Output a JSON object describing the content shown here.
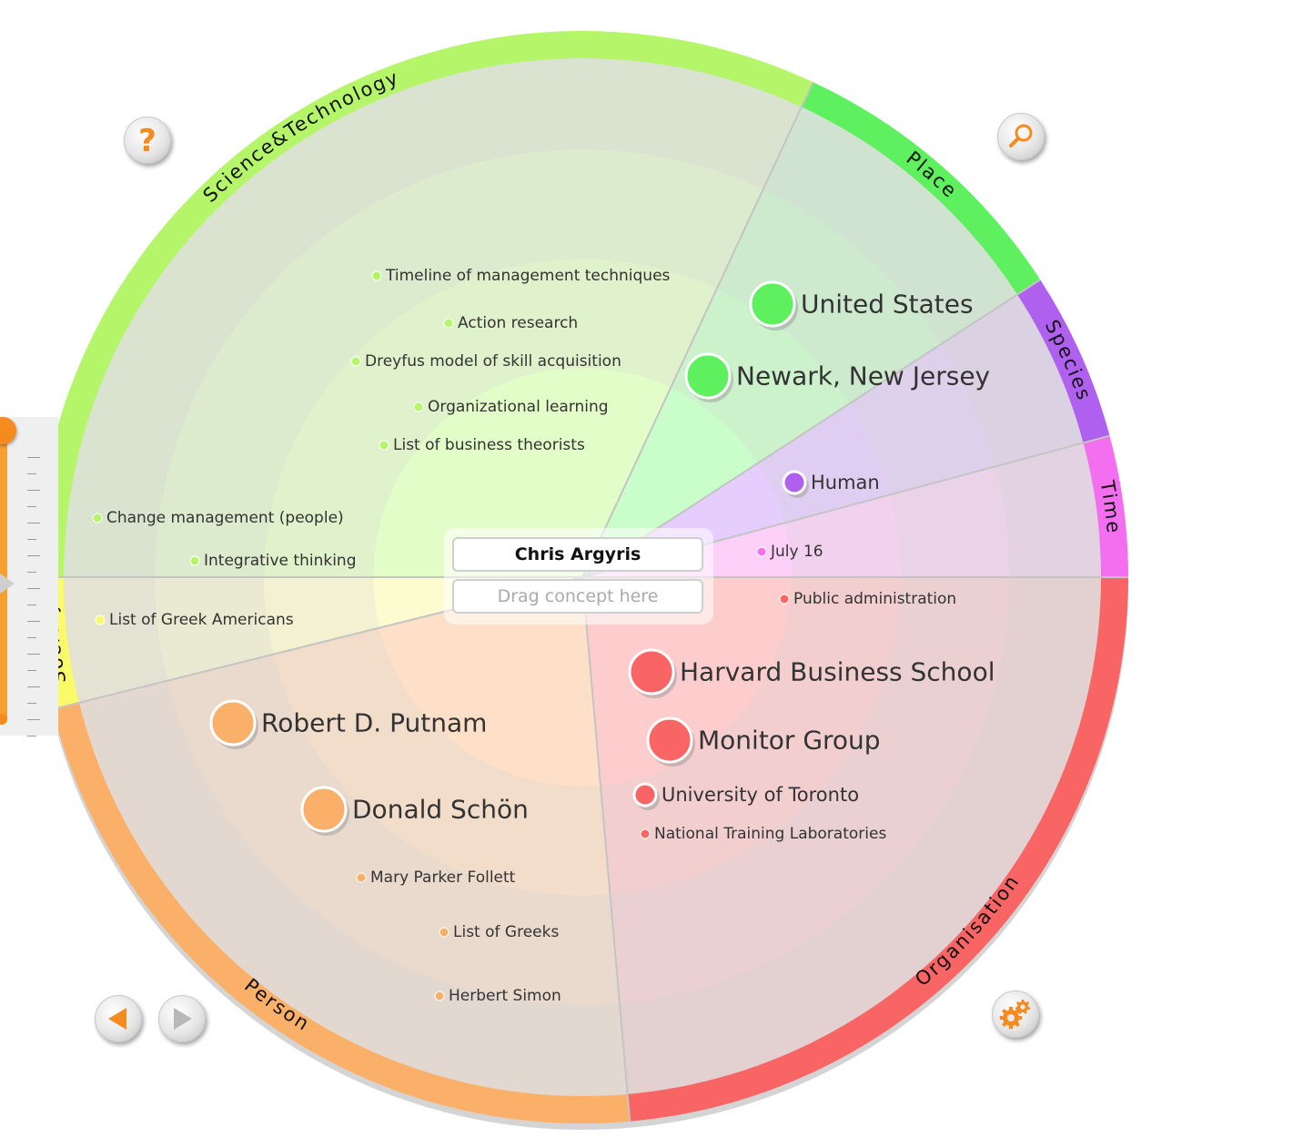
{
  "center": {
    "concept": "Chris Argyris",
    "drop_placeholder": "Drag concept here"
  },
  "sectors": [
    {
      "name": "Science&Technology",
      "color": "#b5f56a",
      "fill": "#e4ffc8"
    },
    {
      "name": "Place",
      "color": "#5ff060",
      "fill": "#c8ffc8"
    },
    {
      "name": "Species",
      "color": "#b060ee",
      "fill": "#e6ccff"
    },
    {
      "name": "Time",
      "color": "#f46ef0",
      "fill": "#ffd0fb"
    },
    {
      "name": "Organisation",
      "color": "#f96464",
      "fill": "#ffcccc"
    },
    {
      "name": "Person",
      "color": "#fbb06a",
      "fill": "#ffe0c6"
    },
    {
      "name": "Society",
      "color": "#fafa6a",
      "fill": "#fffdd0"
    }
  ],
  "concepts": [
    {
      "label": "Timeline of management techniques",
      "sector": "Science&Technology",
      "size": "small"
    },
    {
      "label": "Action research",
      "sector": "Science&Technology",
      "size": "small"
    },
    {
      "label": "Dreyfus model of skill acquisition",
      "sector": "Science&Technology",
      "size": "small"
    },
    {
      "label": "Organizational learning",
      "sector": "Science&Technology",
      "size": "small"
    },
    {
      "label": "List of business theorists",
      "sector": "Science&Technology",
      "size": "small"
    },
    {
      "label": "Change management (people)",
      "sector": "Science&Technology",
      "size": "small"
    },
    {
      "label": "Integrative thinking",
      "sector": "Science&Technology",
      "size": "small"
    },
    {
      "label": "United States",
      "sector": "Place",
      "size": "big"
    },
    {
      "label": "Newark, New Jersey",
      "sector": "Place",
      "size": "big"
    },
    {
      "label": "Human",
      "sector": "Species",
      "size": "mid"
    },
    {
      "label": "July 16",
      "sector": "Time",
      "size": "small"
    },
    {
      "label": "Public administration",
      "sector": "Organisation",
      "size": "small"
    },
    {
      "label": "Harvard Business School",
      "sector": "Organisation",
      "size": "big"
    },
    {
      "label": "Monitor Group",
      "sector": "Organisation",
      "size": "big"
    },
    {
      "label": "University of Toronto",
      "sector": "Organisation",
      "size": "mid"
    },
    {
      "label": "National Training Laboratories",
      "sector": "Organisation",
      "size": "small"
    },
    {
      "label": "List of Greek Americans",
      "sector": "Society",
      "size": "small"
    },
    {
      "label": "Robert D. Putnam",
      "sector": "Person",
      "size": "big"
    },
    {
      "label": "Donald Schön",
      "sector": "Person",
      "size": "big"
    },
    {
      "label": "Mary Parker Follett",
      "sector": "Person",
      "size": "small"
    },
    {
      "label": "List of Greeks",
      "sector": "Person",
      "size": "small"
    },
    {
      "label": "Herbert Simon",
      "sector": "Person",
      "size": "small"
    }
  ],
  "controls": {
    "help_icon": "question-icon",
    "search_icon": "magnifier-icon",
    "back_icon": "arrow-left-icon",
    "forward_icon": "arrow-right-icon",
    "settings_icon": "gear-icon"
  }
}
